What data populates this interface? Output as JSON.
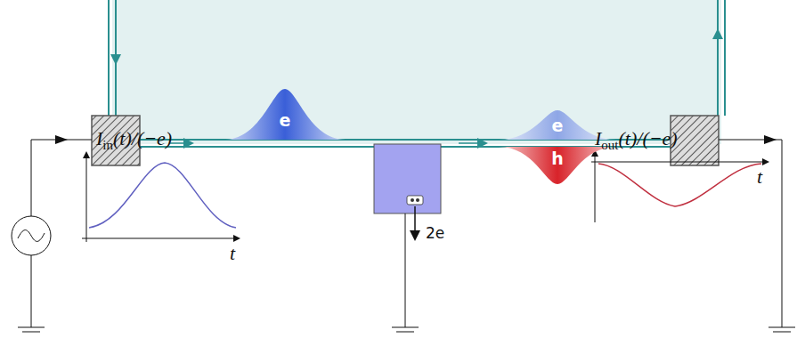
{
  "diagram": {
    "nodes": [
      {
        "text": [
          "e"
        ]
      },
      {
        "text": [
          "e"
        ]
      },
      {
        "text": [
          "h"
        ]
      }
    ],
    "labels": [
      "I",
      "in",
      "(t)/(−e)",
      "t",
      "I",
      "out",
      "(t)/(−e)",
      "t",
      "2e"
    ]
  }
}
